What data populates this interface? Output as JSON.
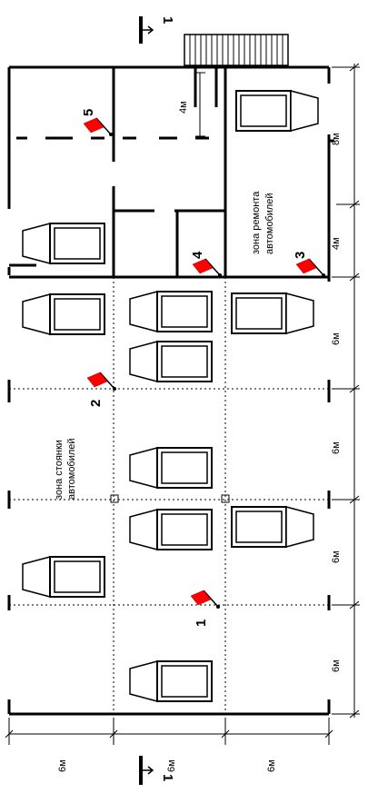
{
  "section_marks": {
    "top": "1",
    "bottom": "1"
  },
  "zones": {
    "repair": {
      "line1": "зона ремонта",
      "line2": "автомобилей"
    },
    "parking": {
      "line1": "зона стоянки",
      "line2": "автомобилей"
    }
  },
  "flags": [
    {
      "number": "1"
    },
    {
      "number": "2"
    },
    {
      "number": "3"
    },
    {
      "number": "4"
    },
    {
      "number": "5"
    }
  ],
  "dimensions": {
    "right": [
      "8м",
      "4м",
      "6м",
      "6м",
      "6м",
      "6м"
    ],
    "bottom": [
      "6м",
      "6м",
      "6м"
    ],
    "inner": "4м"
  },
  "colors": {
    "flag": "#ff0000",
    "lines": "#000000"
  }
}
